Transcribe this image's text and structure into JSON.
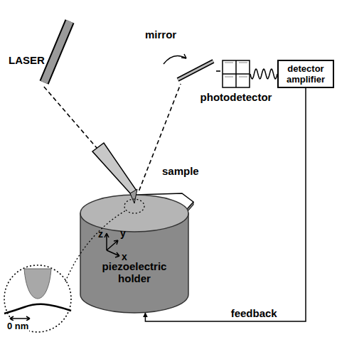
{
  "diagram": {
    "nodes": [
      {
        "text": [
          "LASER"
        ]
      },
      {
        "text": [
          "mirror"
        ]
      },
      {
        "text": [
          "photodetector"
        ]
      },
      {
        "text": [
          "detector amplifier"
        ]
      },
      {
        "text": [
          "sample"
        ]
      },
      {
        "text": [
          "piezoelectric holder"
        ]
      }
    ],
    "edges": [
      {
        "from": 0,
        "to": 4,
        "arrow": "none"
      },
      {
        "from": 4,
        "to": 1,
        "arrow": "none"
      },
      {
        "from": 1,
        "to": 2,
        "arrow": "none"
      },
      {
        "from": 2,
        "to": 3,
        "arrow": "none"
      },
      {
        "from": 3,
        "to": 5,
        "label": "feedback",
        "arrow": "to"
      }
    ],
    "labels": [
      "z",
      "y",
      "x",
      "0 nm"
    ]
  }
}
